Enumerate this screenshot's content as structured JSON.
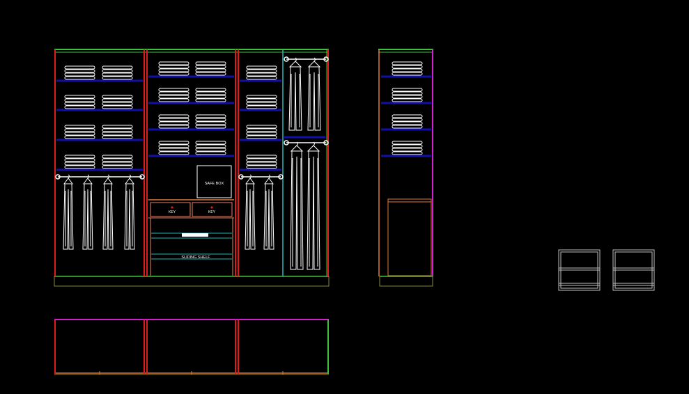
{
  "drawing": {
    "background": "#000000",
    "labels": {
      "safe_box": "SAFE BOX",
      "key_left": "KEY",
      "key_right": "KEY",
      "sliding_shelf": "SLIDING SHELF"
    },
    "colors": {
      "green": "#3ec23e",
      "red": "#e21a1a",
      "blue": "#1010a8",
      "white": "#ffffff",
      "cyan": "#1fb8b8",
      "magenta": "#d21fd2",
      "orange": "#e07a3a",
      "olive": "#8a8a3a",
      "salmon": "#f08060",
      "gray": "#bfbfbf"
    }
  }
}
